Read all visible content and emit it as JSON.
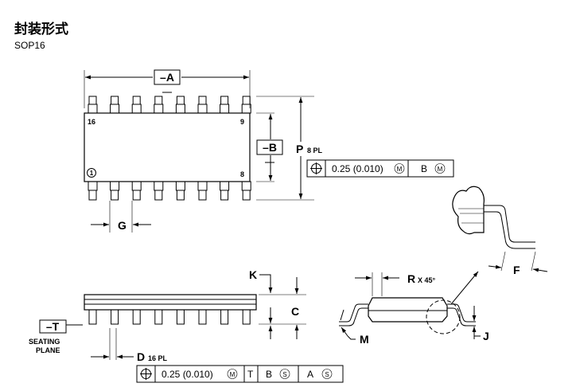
{
  "title": "封装形式",
  "subtitle": "SOP16",
  "labels": {
    "a": "–A",
    "b": "–B",
    "t": "–T",
    "seating_1": "SEATING",
    "seating_2": "PLANE",
    "pin16": "16",
    "pin9": "9",
    "pin8": "8",
    "pin1": "1",
    "p": "P",
    "p_note": "8 PL",
    "g": "G",
    "k": "K",
    "c": "C",
    "d": "D",
    "d_note": "16 PL",
    "r": "R",
    "r_note": "X 45°",
    "m": "M",
    "j": "J",
    "f": "F"
  },
  "tolerance_p": {
    "value": "0.25 (0.010)",
    "mod1": "M",
    "datum": "B",
    "mod2": "M"
  },
  "tolerance_d": {
    "value": "0.25 (0.010)",
    "mod1": "M",
    "datum1": "T",
    "datum2": "B",
    "mod2": "S",
    "datum3": "A",
    "mod3": "S"
  }
}
